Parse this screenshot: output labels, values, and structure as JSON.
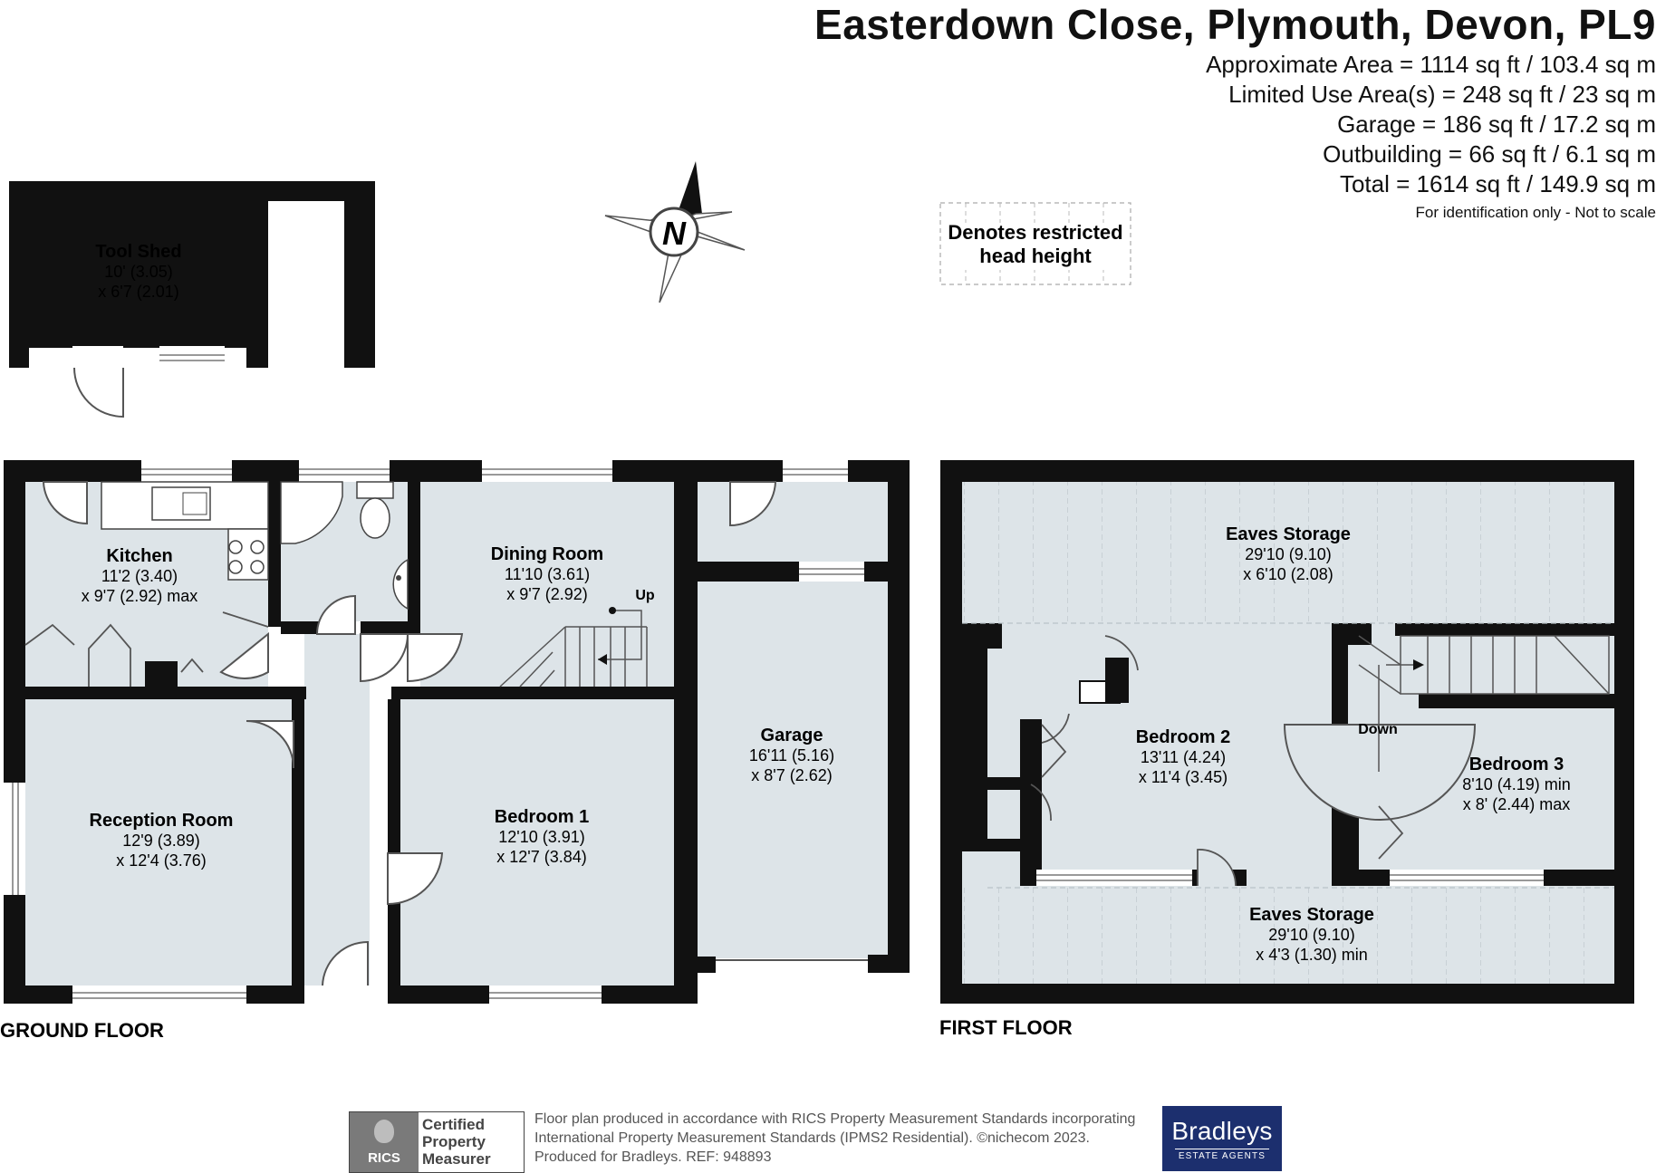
{
  "header": {
    "title": "Easterdown Close, Plymouth, Devon, PL9",
    "areas": [
      "Approximate Area = 1114 sq ft / 103.4 sq m",
      "Limited Use Area(s) = 248 sq ft / 23 sq m",
      "Garage = 186 sq ft / 17.2 sq m",
      "Outbuilding = 66 sq ft / 6.1 sq m",
      "Total = 1614 sq ft / 149.9 sq m"
    ],
    "note": "For identification only - Not to scale"
  },
  "compass": {
    "letter": "N"
  },
  "legend": {
    "line1": "Denotes restricted",
    "line2": "head height"
  },
  "floors": {
    "ground": "GROUND FLOOR",
    "first": "FIRST FLOOR"
  },
  "rooms": {
    "tool_shed": {
      "name": "Tool Shed",
      "dims": [
        "10' (3.05)",
        "x 6'7 (2.01)"
      ]
    },
    "kitchen": {
      "name": "Kitchen",
      "dims": [
        "11'2 (3.40)",
        "x 9'7 (2.92) max"
      ]
    },
    "dining": {
      "name": "Dining Room",
      "dims": [
        "11'10 (3.61)",
        "x 9'7 (2.92)"
      ]
    },
    "reception": {
      "name": "Reception Room",
      "dims": [
        "12'9 (3.89)",
        "x 12'4 (3.76)"
      ]
    },
    "bedroom1": {
      "name": "Bedroom 1",
      "dims": [
        "12'10 (3.91)",
        "x 12'7 (3.84)"
      ]
    },
    "garage": {
      "name": "Garage",
      "dims": [
        "16'11 (5.16)",
        "x 8'7 (2.62)"
      ]
    },
    "eaves_top": {
      "name": "Eaves Storage",
      "dims": [
        "29'10 (9.10)",
        "x 6'10 (2.08)"
      ]
    },
    "bedroom2": {
      "name": "Bedroom 2",
      "dims": [
        "13'11 (4.24)",
        "x 11'4 (3.45)"
      ]
    },
    "bedroom3": {
      "name": "Bedroom 3",
      "dims": [
        "8'10 (4.19) min",
        "x 8' (2.44) max"
      ]
    },
    "eaves_bottom": {
      "name": "Eaves Storage",
      "dims": [
        "29'10 (9.10)",
        "x 4'3 (1.30) min"
      ]
    }
  },
  "stairs": {
    "up": "Up",
    "down": "Down"
  },
  "footer": {
    "rics_mark": "RICS",
    "rics_lines": [
      "Certified",
      "Property",
      "Measurer"
    ],
    "text_lines": [
      "Floor plan produced in accordance with RICS Property Measurement Standards incorporating",
      "International Property Measurement Standards (IPMS2 Residential).  ©nichecom 2023.",
      "Produced for Bradleys.   REF:  948893"
    ],
    "brand_name": "Bradleys",
    "brand_sub": "ESTATE AGENTS"
  },
  "colors": {
    "wall": "#111111",
    "room": "#dde4e8",
    "restricted": "#e3e9ec",
    "brand": "#1c2f6e"
  }
}
